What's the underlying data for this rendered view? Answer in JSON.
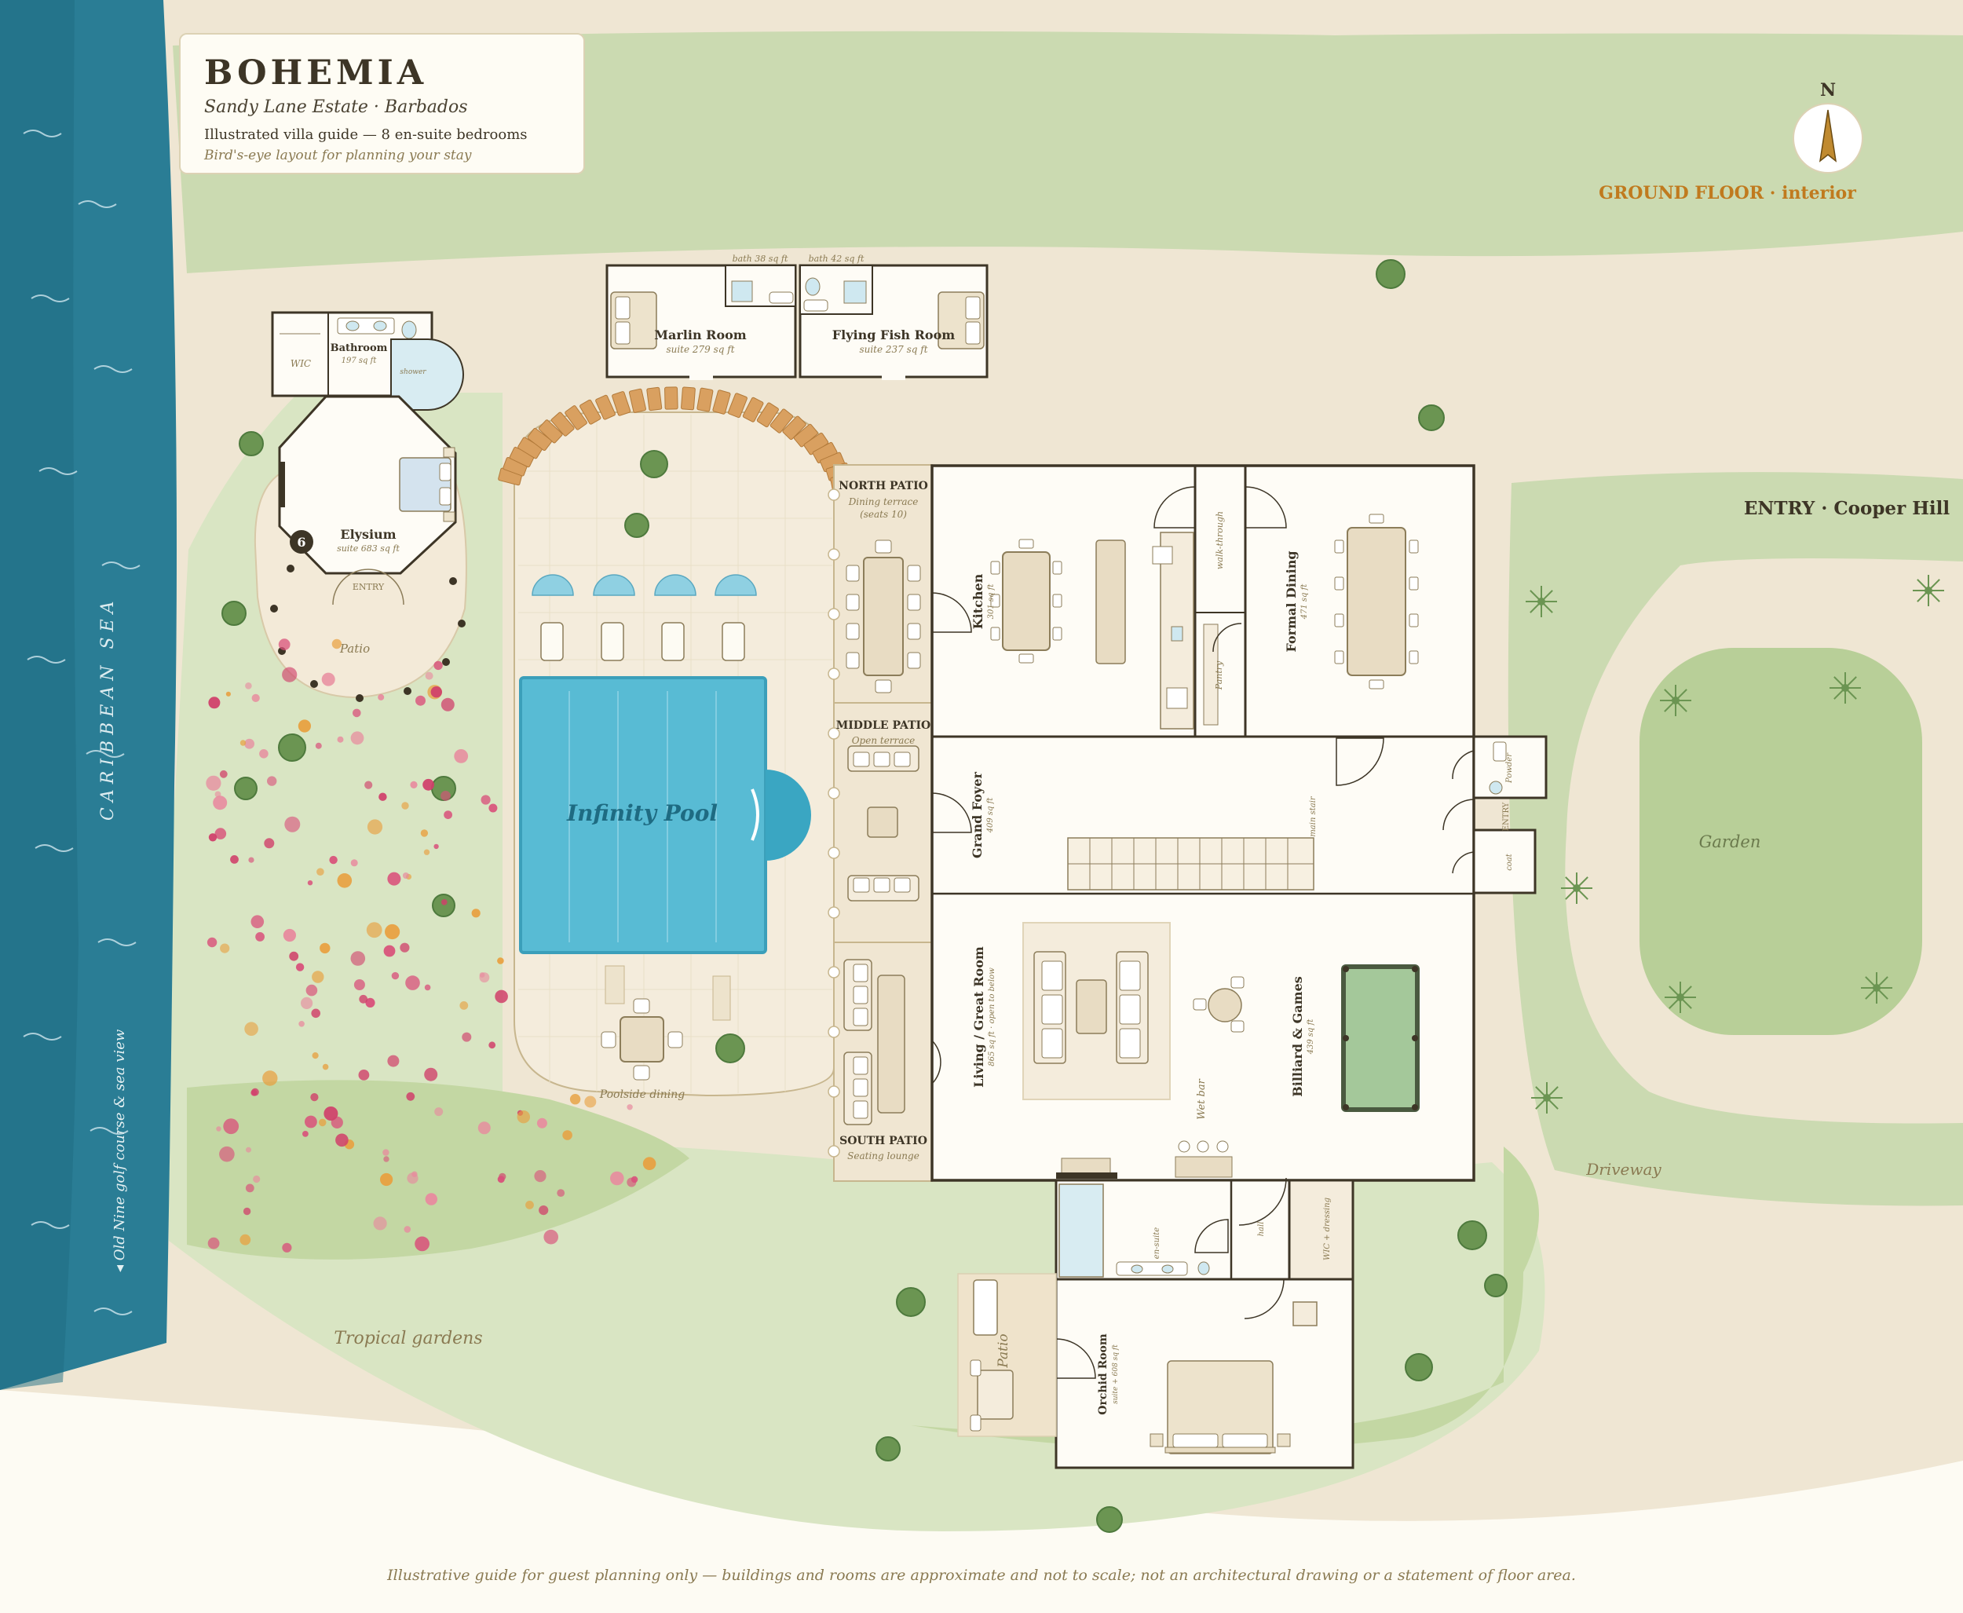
{
  "title_card": {
    "name": "BOHEMIA",
    "location": "Sandy Lane Estate · Barbados",
    "summary": "Illustrated villa guide — 8 en-suite bedrooms",
    "tagline": "Bird's-eye layout for planning your stay"
  },
  "compass": {
    "north": "N",
    "scale_hint": "GROUND FLOOR · interior"
  },
  "floor_label": "GROUND FLOOR · interior",
  "sea": {
    "label": "CARIBBEAN SEA",
    "golf_note": "◂ Old Nine golf course & sea view"
  },
  "areas": {
    "entry": "ENTRY · Cooper Hill",
    "garden": "Garden",
    "driveway": "Driveway",
    "tropical": "Tropical gardens",
    "patio_elysium": "Patio",
    "patio_orchid": "Patio",
    "poolside": "Poolside dining"
  },
  "pool": {
    "label": "Infinity Pool"
  },
  "rooms": {
    "elysium": {
      "name": "Elysium",
      "area": "suite 683 sq ft",
      "badge": "6",
      "entry": "ENTRY"
    },
    "elysium_bath": {
      "name": "Bathroom",
      "area": "197 sq ft",
      "wic": "WIC",
      "shower": "shower"
    },
    "marlin": {
      "name": "Marlin Room",
      "area": "suite 279 sq ft",
      "bath": "bath 38 sq ft"
    },
    "flying_fish": {
      "name": "Flying Fish Room",
      "area": "suite 237 sq ft",
      "bath": "bath 42 sq ft"
    },
    "kitchen": {
      "name": "Kitchen",
      "area": "301 sq ft"
    },
    "walk_through": "walk-through",
    "pantry": "Pantry",
    "formal_dining": {
      "name": "Formal Dining",
      "area": "471 sq ft"
    },
    "grand_foyer": {
      "name": "Grand Foyer",
      "area": "409 sq ft"
    },
    "main_stair": "main stair",
    "powder": "Powder",
    "entry_small": "ENTRY",
    "coat": "coat",
    "living": {
      "name": "Living / Great Room",
      "area": "865 sq ft · open to below"
    },
    "billiard": {
      "name": "Billiard & Games",
      "area": "439 sq ft"
    },
    "wet_bar": "Wet bar",
    "en_suite": "en-suite",
    "hall": "hall",
    "wic_dressing": "WIC + dressing",
    "orchid": {
      "name": "Orchid Room",
      "area": "suite + 608 sq ft"
    }
  },
  "patios": {
    "north": {
      "name": "NORTH PATIO",
      "sub1": "Dining terrace",
      "sub2": "(seats 10)"
    },
    "middle": {
      "name": "MIDDLE PATIO",
      "sub1": "Open terrace"
    },
    "south": {
      "name": "SOUTH PATIO",
      "sub1": "Seating lounge"
    }
  },
  "footnote": "Illustrative guide for guest planning only — buildings and rooms are approximate and not to scale; not an architectural drawing or a statement of floor area.",
  "colors": {
    "sea": "#2a7d95",
    "lawn": "#cbdab1",
    "pool": "#58bbd4",
    "wall": "#3d3526",
    "sand": "#efe6d3",
    "accent": "#c07a1e"
  }
}
